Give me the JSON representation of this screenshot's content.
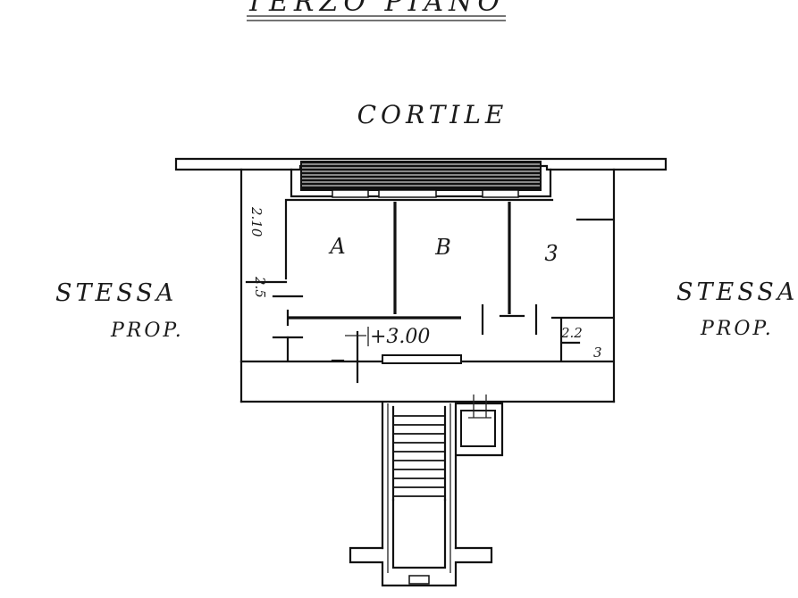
{
  "plan": {
    "title": "TERZO PIANO",
    "courtyard": "CORTILE",
    "left_neighbor": {
      "line1": "STESSA",
      "line2": "PROP."
    },
    "right_neighbor": {
      "line1": "STESSA",
      "line2": "PROP."
    },
    "rooms": [
      "A",
      "B",
      "3"
    ],
    "elevation": "+3.00",
    "dim_left_a": "2.10",
    "dim_left_b": "2.5",
    "dim_right_a": "2.2",
    "dim_right_b": "3"
  }
}
